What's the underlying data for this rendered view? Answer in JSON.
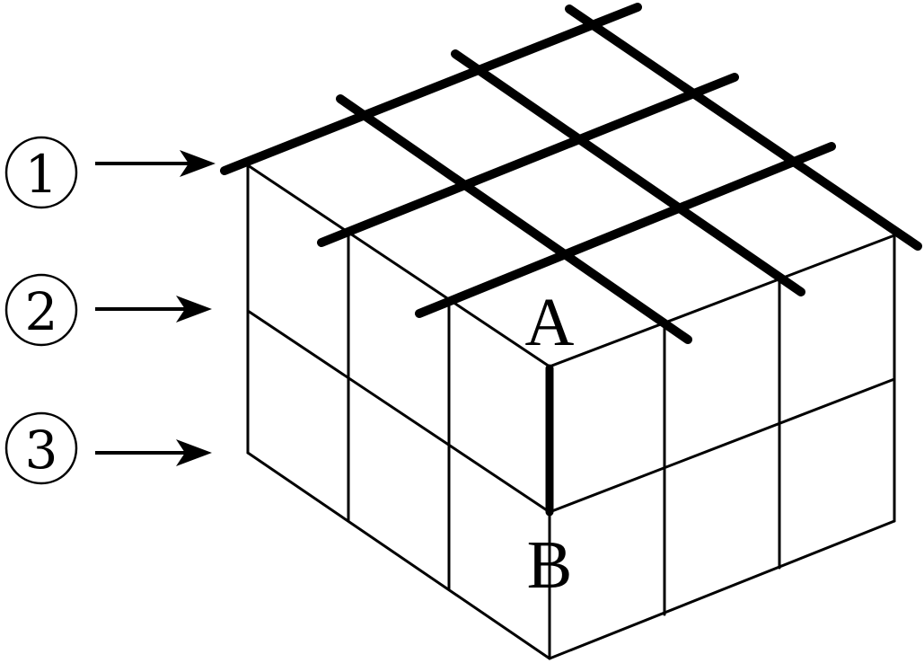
{
  "markers": [
    "1",
    "2",
    "3"
  ],
  "point_labels": {
    "a": "A",
    "b": "B"
  },
  "colors": {
    "stroke": "#000000",
    "background": "#ffffff"
  }
}
